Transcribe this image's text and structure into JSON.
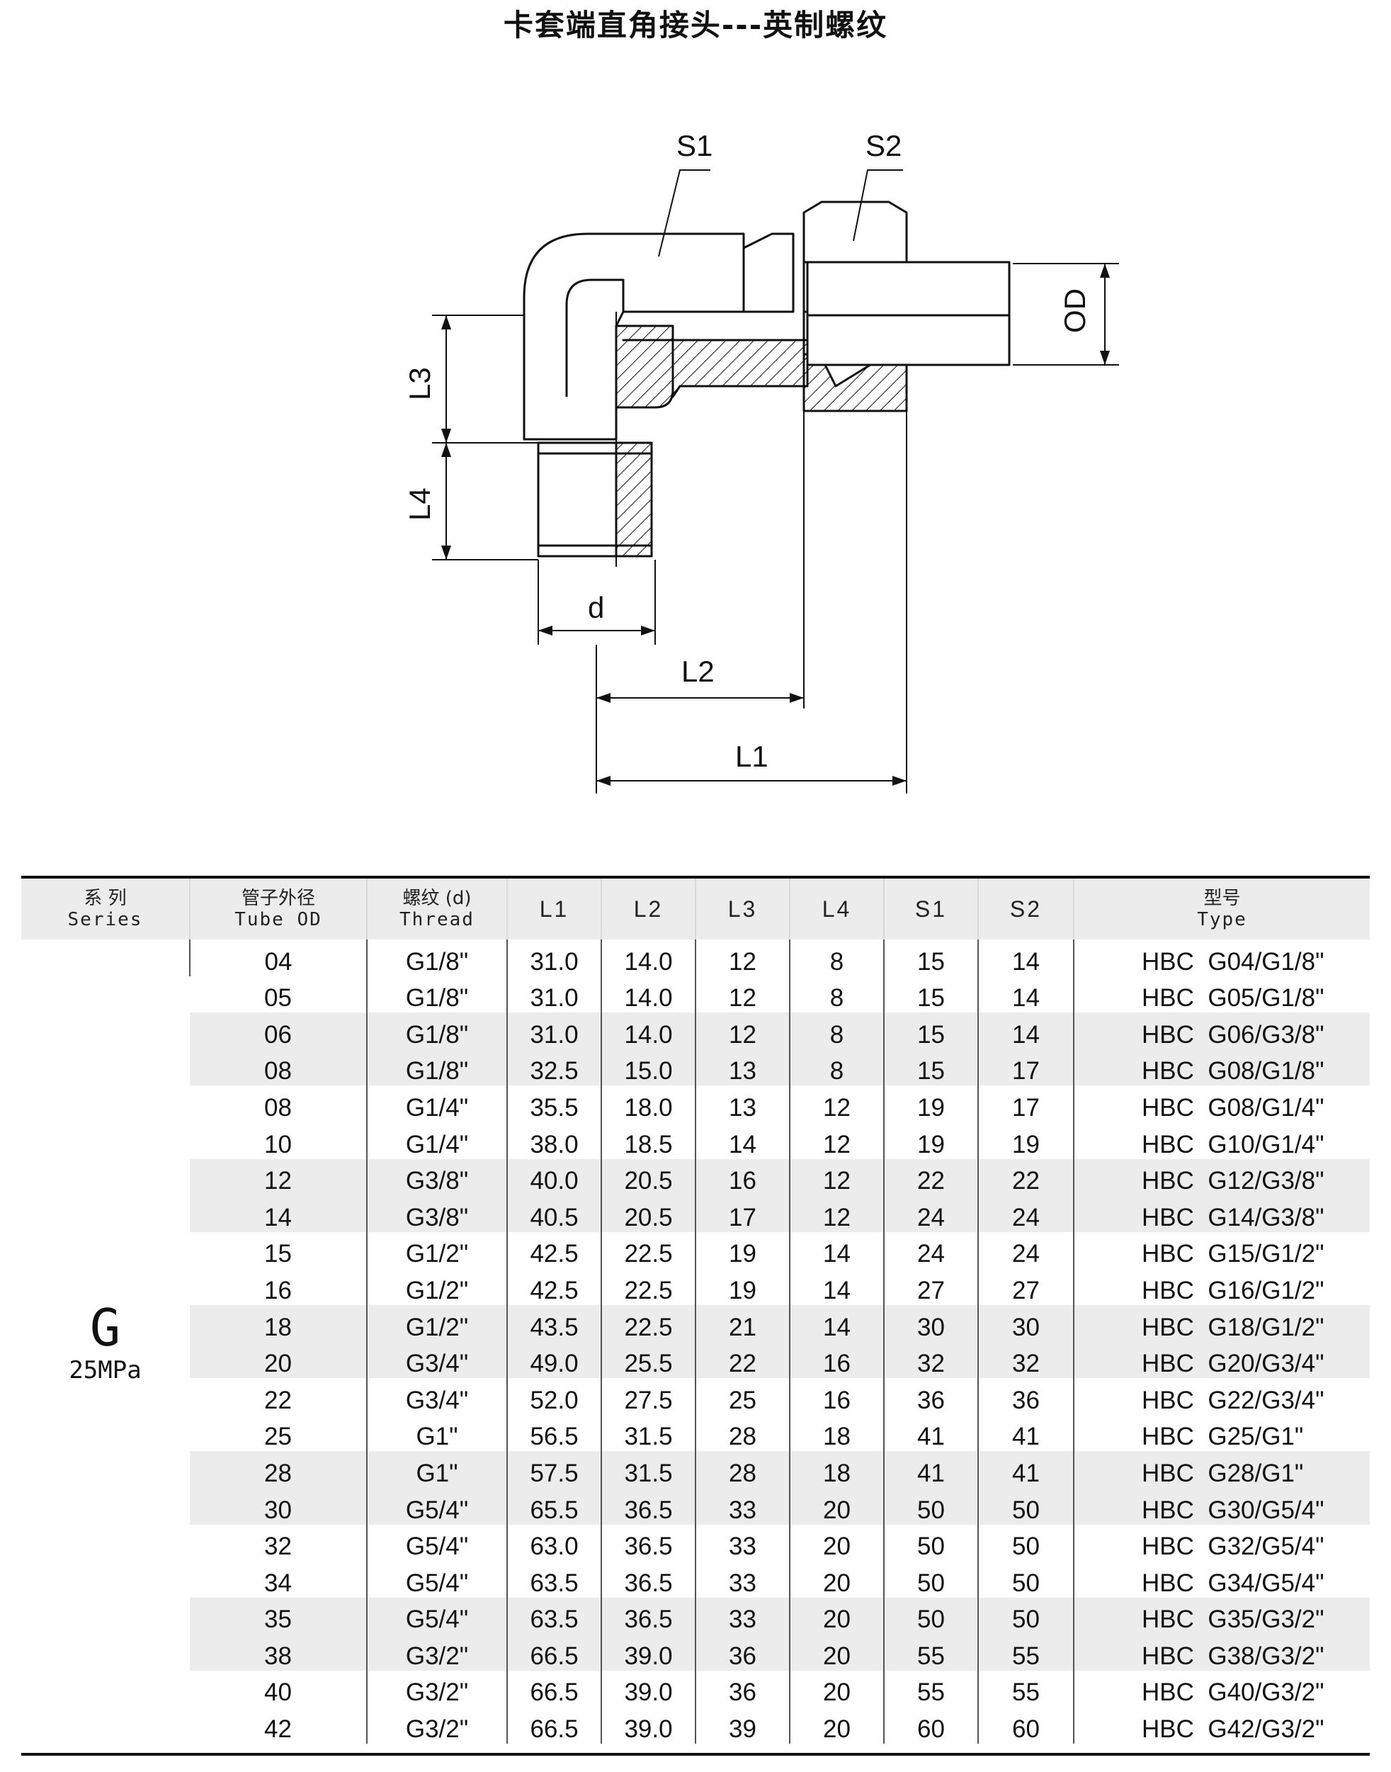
{
  "title": "卡套端直角接头---英制螺纹",
  "drawing_labels": {
    "s1": "S1",
    "s2": "S2",
    "od": "OD",
    "l3": "L3",
    "l4": "L4",
    "d": "d",
    "l2": "L2",
    "l1": "L1"
  },
  "table": {
    "headers": {
      "series": {
        "cn": "系 列",
        "en": "Series"
      },
      "tube_od": {
        "cn": "管子外径",
        "en": "Tube OD"
      },
      "thread": {
        "cn": "螺纹 (d)",
        "en": "Thread"
      },
      "l1": "L1",
      "l2": "L2",
      "l3": "L3",
      "l4": "L4",
      "s1": "S1",
      "s2": "S2",
      "type": {
        "cn": "型号",
        "en": "Type"
      }
    },
    "series": {
      "letter": "G",
      "pressure": "25MPa"
    },
    "rows": [
      {
        "od": "04",
        "thread": "G1/8\"",
        "l1": "31.0",
        "l2": "14.0",
        "l3": "12",
        "l4": "8",
        "s1": "15",
        "s2": "14",
        "type": "HBC  G04/G1/8\""
      },
      {
        "od": "05",
        "thread": "G1/8\"",
        "l1": "31.0",
        "l2": "14.0",
        "l3": "12",
        "l4": "8",
        "s1": "15",
        "s2": "14",
        "type": "HBC  G05/G1/8\""
      },
      {
        "od": "06",
        "thread": "G1/8\"",
        "l1": "31.0",
        "l2": "14.0",
        "l3": "12",
        "l4": "8",
        "s1": "15",
        "s2": "14",
        "type": "HBC  G06/G3/8\""
      },
      {
        "od": "08",
        "thread": "G1/8\"",
        "l1": "32.5",
        "l2": "15.0",
        "l3": "13",
        "l4": "8",
        "s1": "15",
        "s2": "17",
        "type": "HBC  G08/G1/8\""
      },
      {
        "od": "08",
        "thread": "G1/4\"",
        "l1": "35.5",
        "l2": "18.0",
        "l3": "13",
        "l4": "12",
        "s1": "19",
        "s2": "17",
        "type": "HBC  G08/G1/4\""
      },
      {
        "od": "10",
        "thread": "G1/4\"",
        "l1": "38.0",
        "l2": "18.5",
        "l3": "14",
        "l4": "12",
        "s1": "19",
        "s2": "19",
        "type": "HBC  G10/G1/4\""
      },
      {
        "od": "12",
        "thread": "G3/8\"",
        "l1": "40.0",
        "l2": "20.5",
        "l3": "16",
        "l4": "12",
        "s1": "22",
        "s2": "22",
        "type": "HBC  G12/G3/8\""
      },
      {
        "od": "14",
        "thread": "G3/8\"",
        "l1": "40.5",
        "l2": "20.5",
        "l3": "17",
        "l4": "12",
        "s1": "24",
        "s2": "24",
        "type": "HBC  G14/G3/8\""
      },
      {
        "od": "15",
        "thread": "G1/2\"",
        "l1": "42.5",
        "l2": "22.5",
        "l3": "19",
        "l4": "14",
        "s1": "24",
        "s2": "24",
        "type": "HBC  G15/G1/2\""
      },
      {
        "od": "16",
        "thread": "G1/2\"",
        "l1": "42.5",
        "l2": "22.5",
        "l3": "19",
        "l4": "14",
        "s1": "27",
        "s2": "27",
        "type": "HBC  G16/G1/2\""
      },
      {
        "od": "18",
        "thread": "G1/2\"",
        "l1": "43.5",
        "l2": "22.5",
        "l3": "21",
        "l4": "14",
        "s1": "30",
        "s2": "30",
        "type": "HBC  G18/G1/2\""
      },
      {
        "od": "20",
        "thread": "G3/4\"",
        "l1": "49.0",
        "l2": "25.5",
        "l3": "22",
        "l4": "16",
        "s1": "32",
        "s2": "32",
        "type": "HBC  G20/G3/4\""
      },
      {
        "od": "22",
        "thread": "G3/4\"",
        "l1": "52.0",
        "l2": "27.5",
        "l3": "25",
        "l4": "16",
        "s1": "36",
        "s2": "36",
        "type": "HBC  G22/G3/4\""
      },
      {
        "od": "25",
        "thread": "G1\"",
        "l1": "56.5",
        "l2": "31.5",
        "l3": "28",
        "l4": "18",
        "s1": "41",
        "s2": "41",
        "type": "HBC  G25/G1\""
      },
      {
        "od": "28",
        "thread": "G1\"",
        "l1": "57.5",
        "l2": "31.5",
        "l3": "28",
        "l4": "18",
        "s1": "41",
        "s2": "41",
        "type": "HBC  G28/G1\""
      },
      {
        "od": "30",
        "thread": "G5/4\"",
        "l1": "65.5",
        "l2": "36.5",
        "l3": "33",
        "l4": "20",
        "s1": "50",
        "s2": "50",
        "type": "HBC  G30/G5/4\""
      },
      {
        "od": "32",
        "thread": "G5/4\"",
        "l1": "63.0",
        "l2": "36.5",
        "l3": "33",
        "l4": "20",
        "s1": "50",
        "s2": "50",
        "type": "HBC  G32/G5/4\""
      },
      {
        "od": "34",
        "thread": "G5/4\"",
        "l1": "63.5",
        "l2": "36.5",
        "l3": "33",
        "l4": "20",
        "s1": "50",
        "s2": "50",
        "type": "HBC  G34/G5/4\""
      },
      {
        "od": "35",
        "thread": "G5/4\"",
        "l1": "63.5",
        "l2": "36.5",
        "l3": "33",
        "l4": "20",
        "s1": "50",
        "s2": "50",
        "type": "HBC  G35/G3/2\""
      },
      {
        "od": "38",
        "thread": "G3/2\"",
        "l1": "66.5",
        "l2": "39.0",
        "l3": "36",
        "l4": "20",
        "s1": "55",
        "s2": "55",
        "type": "HBC  G38/G3/2\""
      },
      {
        "od": "40",
        "thread": "G3/2\"",
        "l1": "66.5",
        "l2": "39.0",
        "l3": "36",
        "l4": "20",
        "s1": "55",
        "s2": "55",
        "type": "HBC  G40/G3/2\""
      },
      {
        "od": "42",
        "thread": "G3/2\"",
        "l1": "66.5",
        "l2": "39.0",
        "l3": "39",
        "l4": "20",
        "s1": "60",
        "s2": "60",
        "type": "HBC  G42/G3/2\""
      }
    ]
  }
}
